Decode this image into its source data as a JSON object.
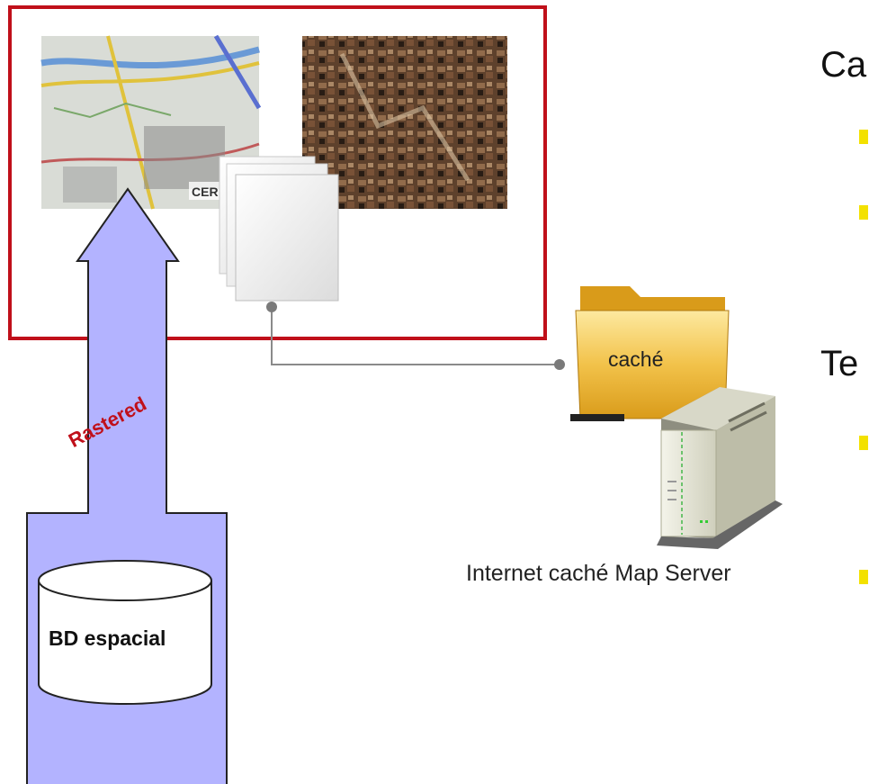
{
  "diagram": {
    "headings": [
      "Ca",
      "Te"
    ],
    "arrow_label": "Rastered",
    "database_label": "BD espacial",
    "folder_label": "caché",
    "server_label": "Internet caché Map Server",
    "frame_color": "#c0101a",
    "arrow_color": "#b3b3ff",
    "bullet_color": "#f3e100",
    "icons": {
      "map_thumbnail": "topographic-map-icon",
      "aerial_photo": "aerial-photo-icon",
      "tiles": "stacked-pages-icon",
      "folder": "folder-icon",
      "server": "server-tower-icon",
      "database": "database-cylinder-icon"
    }
  }
}
